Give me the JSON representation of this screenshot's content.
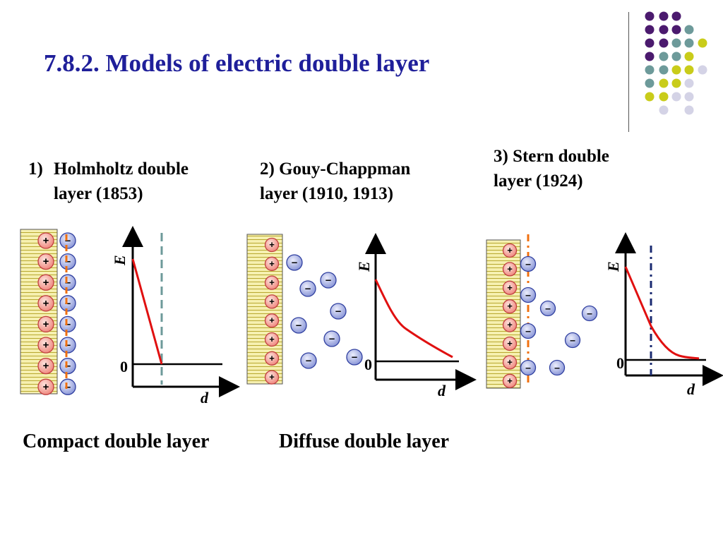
{
  "title": "7.8.2. Models of electric double layer",
  "models": [
    {
      "number": "1)",
      "name": "Holmholtz double",
      "name2": "layer (1853)"
    },
    {
      "name": "2) Gouy-Chappman",
      "name2": "layer (1910, 1913)"
    },
    {
      "name": "3) Stern double",
      "name2": "layer (1924)"
    }
  ],
  "captions": {
    "compact": "Compact double layer",
    "diffuse": "Diffuse double layer"
  },
  "plots": {
    "y_label": "E",
    "x_label": "d",
    "zero_label": "0"
  },
  "ions": {
    "plus": "+",
    "minus": "–"
  },
  "colors": {
    "title": "#1f1f9a",
    "purple": "#4b1a6e",
    "teal": "#6d9a9a",
    "yellow": "#c9cc1a",
    "lavender": "#d4d3e6",
    "curve": "#e01010",
    "orange_dash": "#f07010",
    "teal_dash": "#6d9a9a",
    "navy_dash": "#1a2a70",
    "electrode_fill": "#f6f0b0"
  }
}
